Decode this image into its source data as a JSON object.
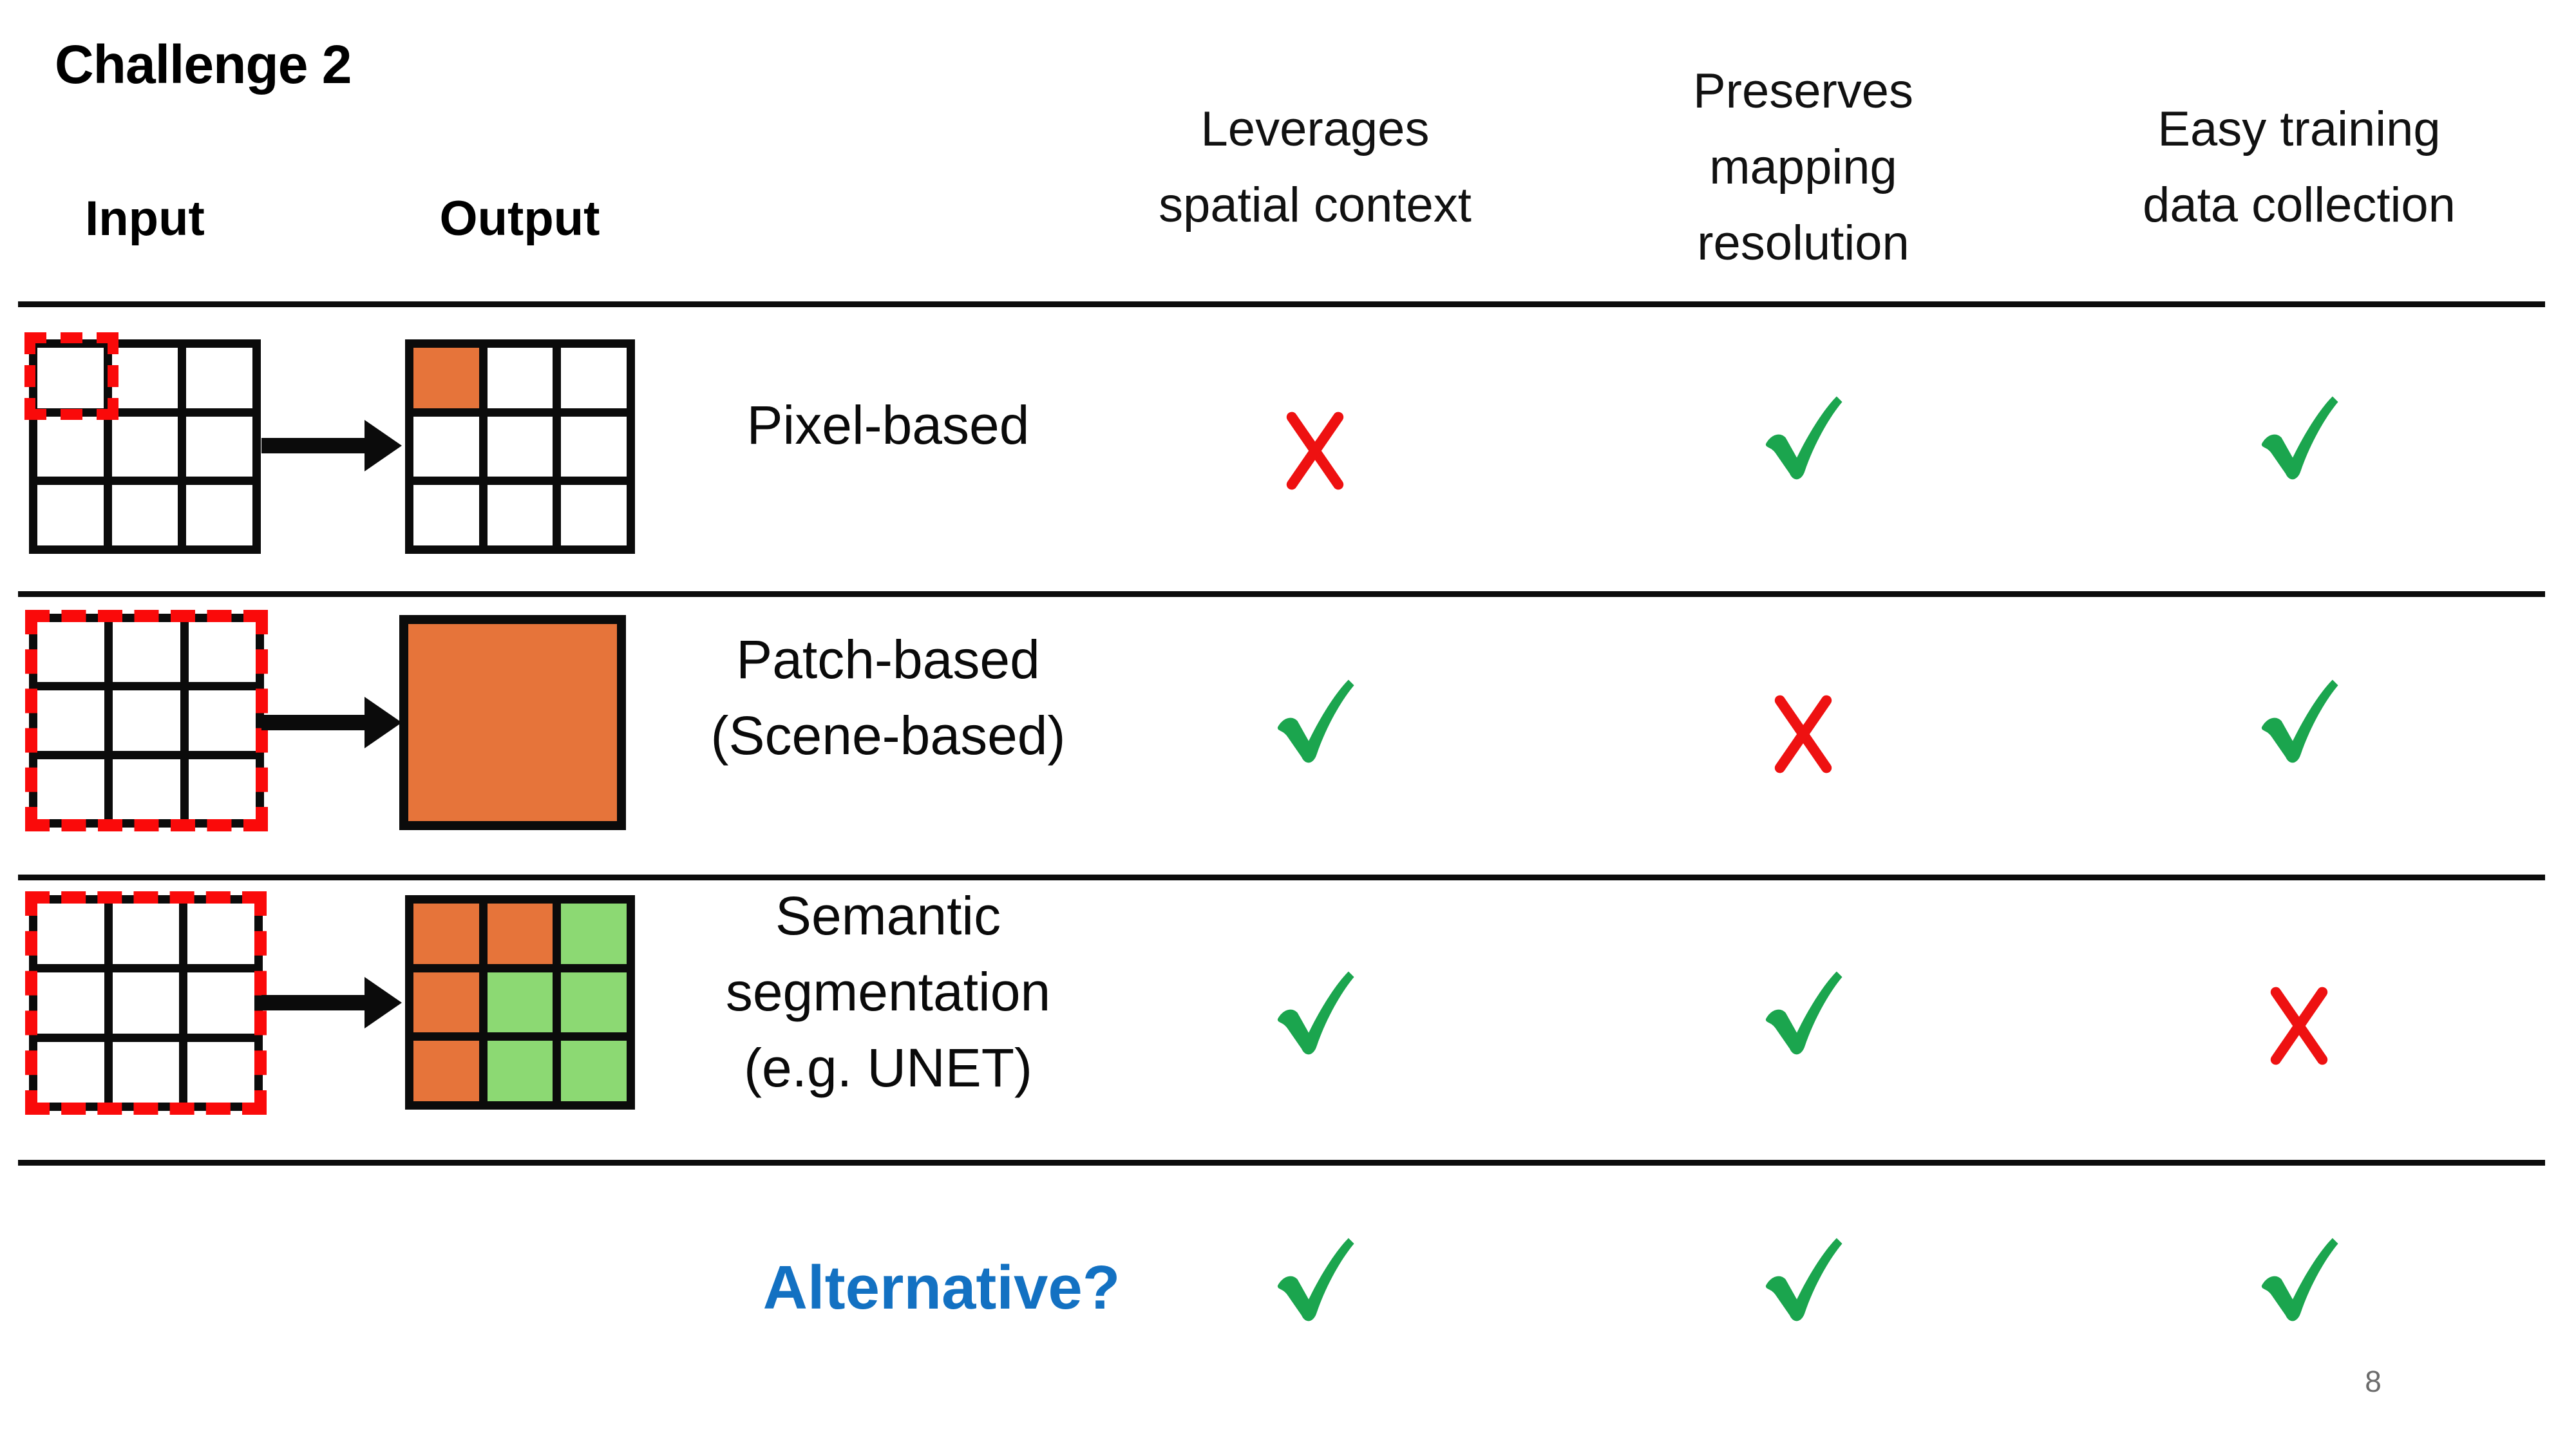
{
  "slide": {
    "title": "Challenge 2",
    "input_label": "Input",
    "output_label": "Output",
    "page_number": "8",
    "criteria": [
      {
        "name": "leverages-spatial-context",
        "lines": [
          "Leverages",
          "spatial context"
        ]
      },
      {
        "name": "preserves-mapping-resolution",
        "lines": [
          "Preserves",
          "mapping",
          "resolution"
        ]
      },
      {
        "name": "easy-training-data-collection",
        "lines": [
          "Easy training",
          "data collection"
        ]
      }
    ],
    "rows": [
      {
        "name": "pixel-based",
        "label_lines": [
          "Pixel-based"
        ],
        "marks": [
          "cross",
          "check",
          "check"
        ]
      },
      {
        "name": "patch-based",
        "label_lines": [
          "Patch-based",
          "(Scene-based)"
        ],
        "marks": [
          "check",
          "cross",
          "check"
        ]
      },
      {
        "name": "semantic-segmentation",
        "label_lines": [
          "Semantic",
          "segmentation",
          "(e.g. UNET)"
        ],
        "marks": [
          "check",
          "check",
          "cross"
        ]
      },
      {
        "name": "alternative",
        "label_lines": [
          "Alternative?"
        ],
        "marks": [
          "check",
          "check",
          "check"
        ],
        "highlighted": true
      }
    ],
    "grids": {
      "pixel_input": {
        "pattern": [
          "white",
          "white",
          "white",
          "white",
          "white",
          "white",
          "white",
          "white",
          "white"
        ]
      },
      "pixel_output": {
        "pattern": [
          "orange",
          "white",
          "white",
          "white",
          "white",
          "white",
          "white",
          "white",
          "white"
        ]
      },
      "patch_input": {
        "pattern": [
          "white",
          "white",
          "white",
          "white",
          "white",
          "white",
          "white",
          "white",
          "white"
        ]
      },
      "seg_input": {
        "pattern": [
          "white",
          "white",
          "white",
          "white",
          "white",
          "white",
          "white",
          "white",
          "white"
        ]
      },
      "seg_output": {
        "pattern": [
          "orange",
          "orange",
          "green",
          "orange",
          "green",
          "green",
          "orange",
          "green",
          "green"
        ]
      }
    },
    "colors": {
      "orange": "#E6743A",
      "class_green": "#8CD973",
      "check_green": "#1BA54E",
      "cross_red": "#EE1111",
      "dash_red": "#FA0A0A",
      "alt_blue": "#1371C2",
      "page_gray": "#6B6B6B",
      "line_black": "#0C0C0C"
    }
  }
}
